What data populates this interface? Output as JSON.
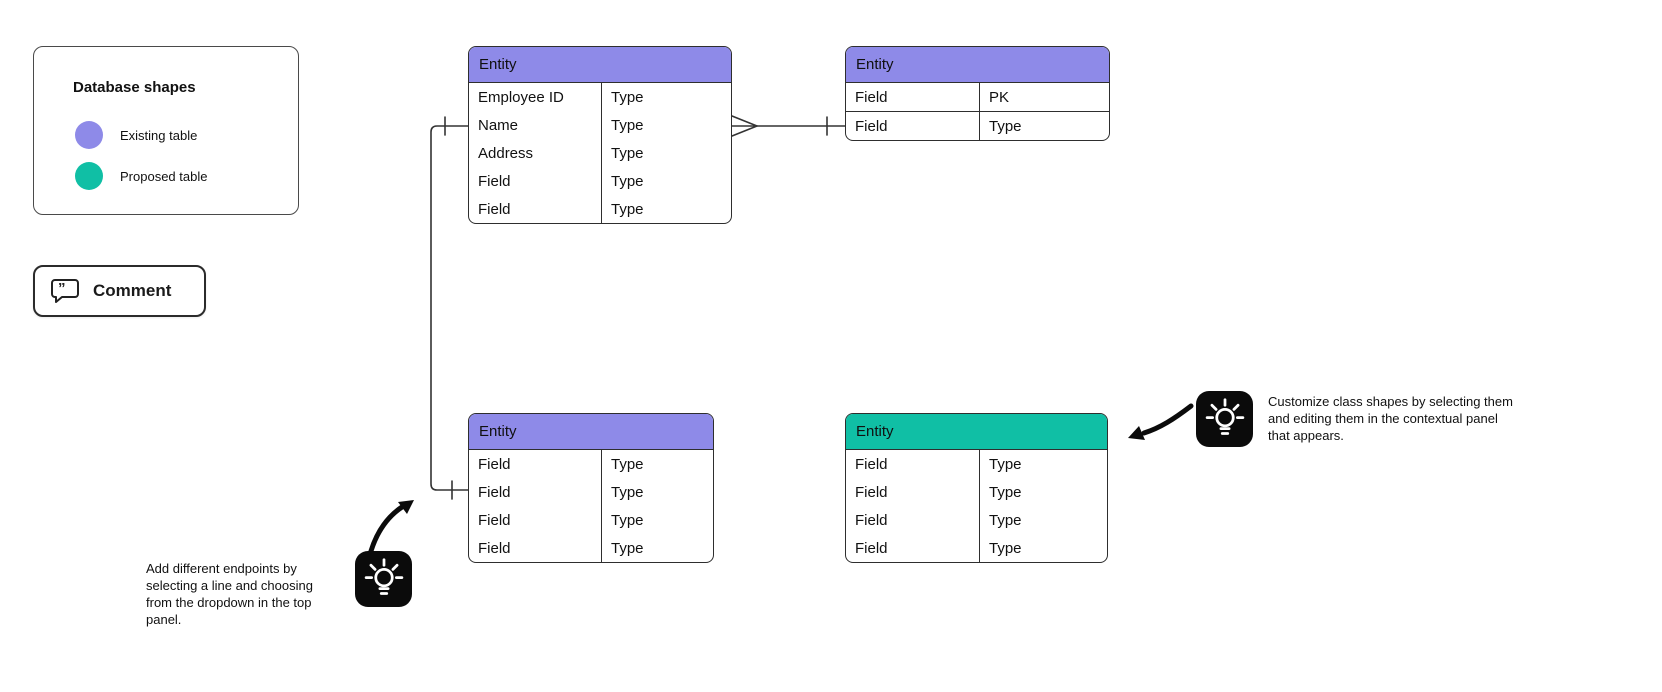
{
  "legend": {
    "title": "Database shapes",
    "items": [
      {
        "label": "Existing table",
        "color": "#8E8AE8"
      },
      {
        "label": "Proposed table",
        "color": "#10BFA5"
      }
    ]
  },
  "comment": {
    "label": "Comment"
  },
  "entities": [
    {
      "title": "Entity",
      "header_color": "#8E8AE8",
      "rows": [
        {
          "name": "Employee ID",
          "type": "Type"
        },
        {
          "name": "Name",
          "type": "Type"
        },
        {
          "name": "Address",
          "type": "Type"
        },
        {
          "name": "Field",
          "type": "Type"
        },
        {
          "name": "Field",
          "type": "Type"
        }
      ]
    },
    {
      "title": "Entity",
      "header_color": "#8E8AE8",
      "rows": [
        {
          "name": "Field",
          "type": "PK"
        },
        {
          "name": "Field",
          "type": "Type"
        }
      ]
    },
    {
      "title": "Entity",
      "header_color": "#8E8AE8",
      "rows": [
        {
          "name": "Field",
          "type": "Type"
        },
        {
          "name": "Field",
          "type": "Type"
        },
        {
          "name": "Field",
          "type": "Type"
        },
        {
          "name": "Field",
          "type": "Type"
        }
      ]
    },
    {
      "title": "Entity",
      "header_color": "#10BFA5",
      "rows": [
        {
          "name": "Field",
          "type": "Type"
        },
        {
          "name": "Field",
          "type": "Type"
        },
        {
          "name": "Field",
          "type": "Type"
        },
        {
          "name": "Field",
          "type": "Type"
        }
      ]
    }
  ],
  "annotations": [
    {
      "text": "Add different endpoints by selecting a line and choosing from the dropdown in the top panel."
    },
    {
      "text": "Customize class shapes by selecting them and editing them in the contextual panel that appears."
    }
  ],
  "connector_color": "#333333"
}
